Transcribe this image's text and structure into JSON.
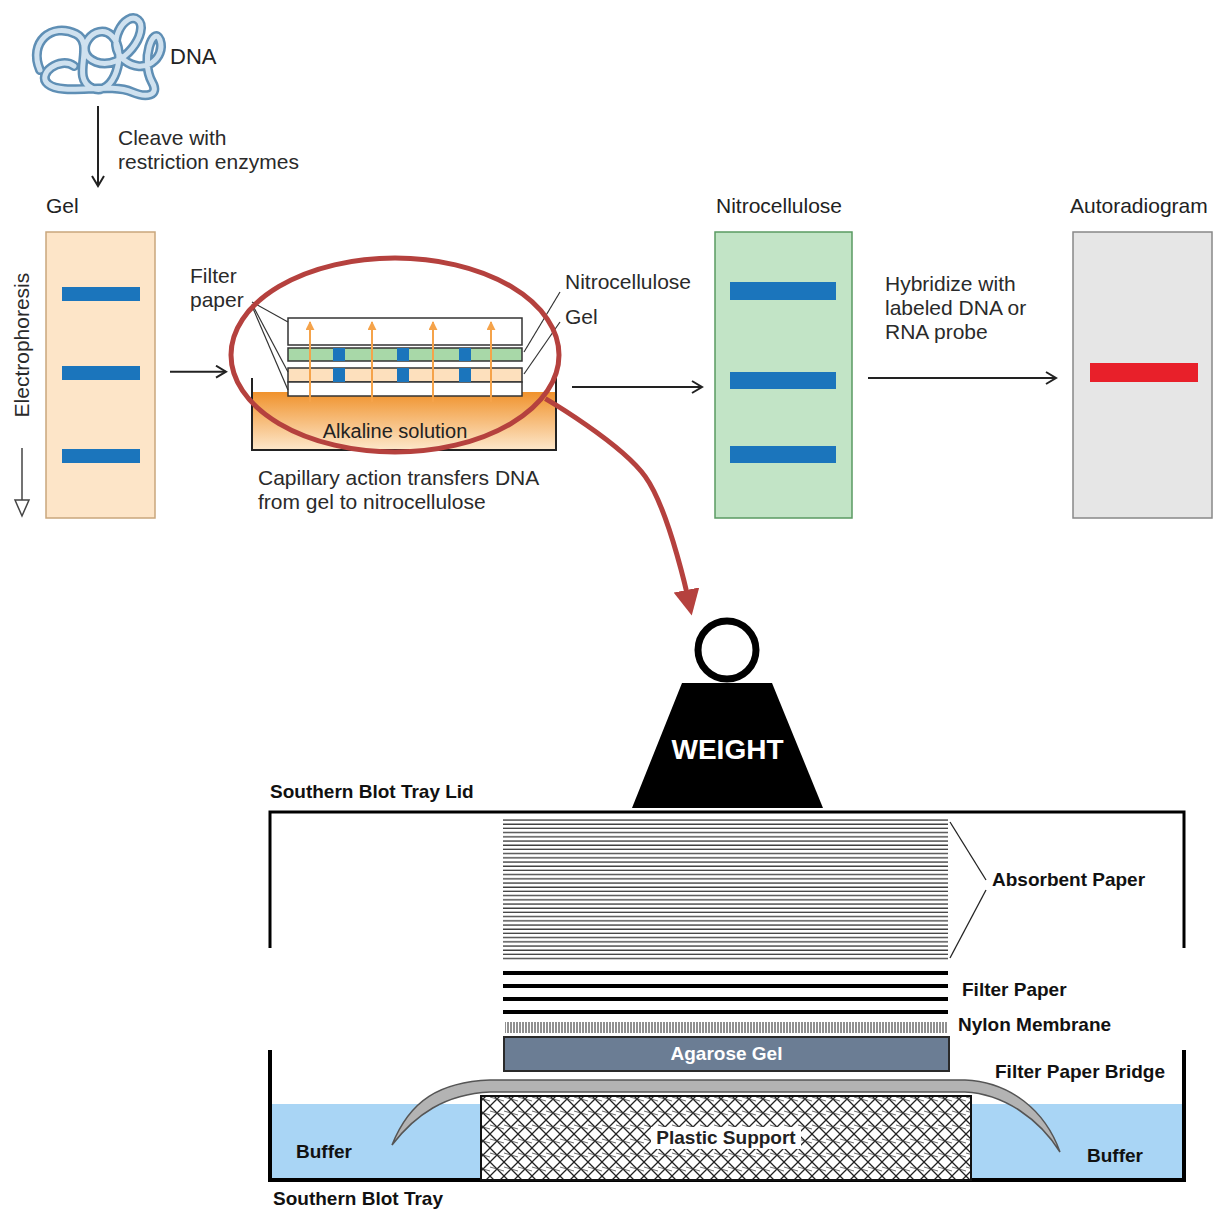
{
  "diagram": {
    "nodes": [
      {
        "text": [
          "DNA"
        ]
      },
      {
        "text": [
          "Gel"
        ]
      },
      {
        "text": [
          "Alkaline solution"
        ]
      },
      {
        "text": [
          "Nitrocellulose"
        ]
      },
      {
        "text": [
          "Autoradiogram"
        ]
      },
      {
        "text": [
          "WEIGHT"
        ]
      },
      {
        "text": [
          "Agarose Gel"
        ]
      },
      {
        "text": [
          "Plastic Support"
        ]
      }
    ],
    "edges": [
      {
        "from": 0,
        "to": 1,
        "arrow": "to",
        "label": "Cleave with restriction enzymes"
      },
      {
        "from": 1,
        "to": 2,
        "arrow": "to"
      },
      {
        "from": 2,
        "to": 3,
        "arrow": "to"
      },
      {
        "from": 3,
        "to": 4,
        "arrow": "to",
        "label": "Hybridize with labeled DNA or RNA probe"
      },
      {
        "from": 2,
        "to": 5,
        "arrow": "to"
      }
    ],
    "labels": [
      "Electrophoresis",
      "Filter paper",
      "Nitrocellulose",
      "Gel",
      "Capillary action transfers DNA from gel to nitrocellulose",
      "Southern Blot Tray Lid",
      "Absorbent Paper",
      "Filter Paper",
      "Nylon Membrane",
      "Filter Paper Bridge",
      "Buffer",
      "Buffer",
      "Southern Blot Tray"
    ]
  }
}
